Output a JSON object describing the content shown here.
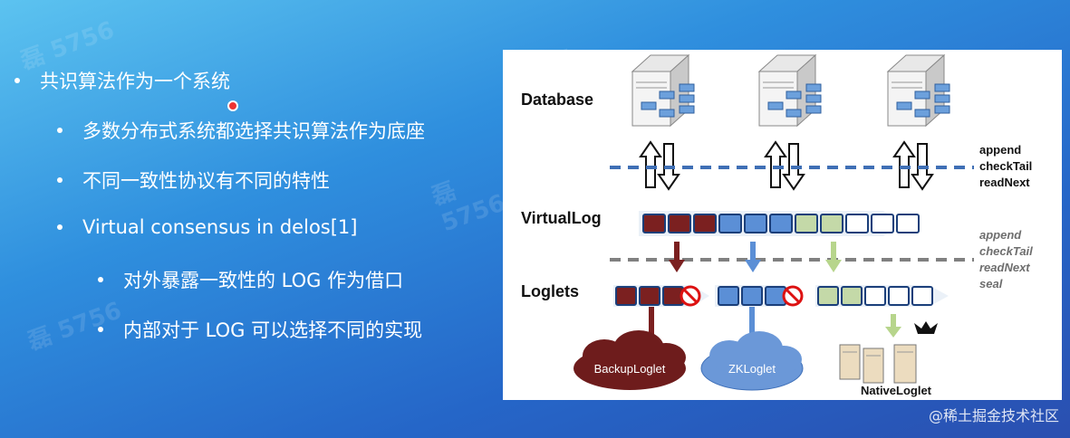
{
  "bullets": [
    {
      "level": 1,
      "text": "共识算法作为一个系统"
    },
    {
      "level": 2,
      "text": "多数分布式系统都选择共识算法作为底座"
    },
    {
      "level": 2,
      "text": "不同一致性协议有不同的特性"
    },
    {
      "level": 2,
      "text": "Virtual consensus in delos[1]"
    },
    {
      "level": 3,
      "text": "对外暴露一致性的 LOG 作为借口"
    },
    {
      "level": 3,
      "text": "内部对于 LOG 可以选择不同的实现"
    }
  ],
  "watermark_text": "磊 5756",
  "diagram": {
    "labels": {
      "database": "Database",
      "virtuallog": "VirtualLog",
      "loglets": "Loglets"
    },
    "ops_top": [
      "append",
      "checkTail",
      "readNext"
    ],
    "ops_mid": [
      "append",
      "checkTail",
      "readNext",
      "seal"
    ],
    "backends": {
      "backup": "BackupLoglet",
      "zk": "ZKLoglet",
      "native": "NativeLoglet"
    },
    "colors": {
      "dark_red": "#7b2020",
      "blue": "#5b8fd6",
      "green": "#c4d9a8",
      "empty": "#ffffff",
      "dash_blue": "#3f6fb5",
      "dash_gray": "#808080"
    }
  },
  "site_watermark": "@稀土掘金技术社区"
}
